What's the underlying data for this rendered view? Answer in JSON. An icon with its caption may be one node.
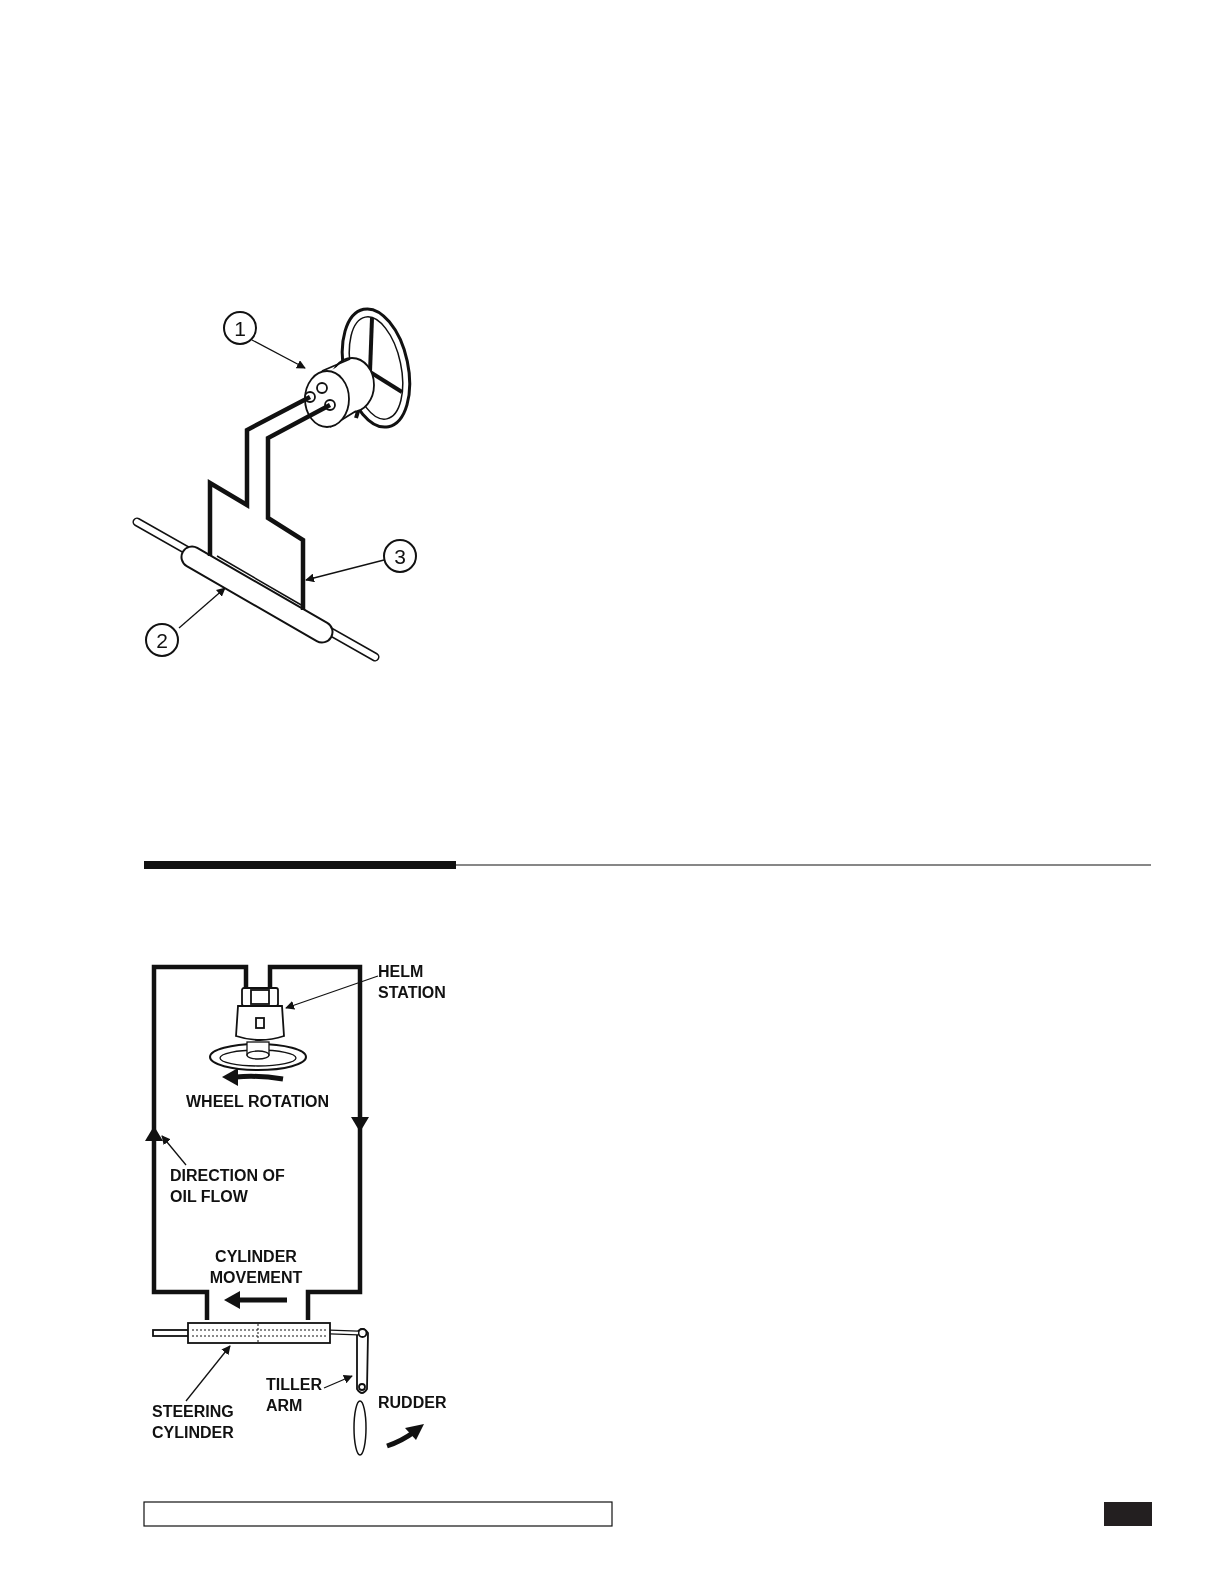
{
  "diagram": {
    "nodes": [
      {
        "text": [
          "1"
        ]
      },
      {
        "text": [],
        "shape": "picture"
      },
      {
        "text": [
          "3"
        ]
      },
      {
        "text": [
          "2"
        ]
      },
      {
        "text": [],
        "shape": "picture"
      },
      {
        "text": [
          "HELM STATION"
        ]
      },
      {
        "text": [],
        "shape": "picture"
      },
      {
        "text": [
          "DIRECTION OF OIL FLOW"
        ]
      },
      {
        "text": [
          "TILLER ARM"
        ]
      },
      {
        "text": [],
        "shape": "picture"
      },
      {
        "text": [
          "STEERING CYLINDER"
        ]
      },
      {
        "text": [],
        "shape": "picture"
      },
      {
        "text": [],
        "shape": "picture"
      }
    ],
    "edges": [
      {
        "from": 0,
        "to": 1,
        "arrow": "to"
      },
      {
        "from": 2,
        "to": 12,
        "arrow": "to"
      },
      {
        "from": 3,
        "to": 4,
        "arrow": "to"
      },
      {
        "from": 5,
        "to": 6,
        "arrow": "to"
      },
      {
        "from": 7,
        "to": null,
        "arrow": "to"
      },
      {
        "from": 11,
        "to": 6,
        "arrow": "to",
        "style": "thick"
      },
      {
        "from": 6,
        "to": 11,
        "arrow": "to",
        "style": "thick"
      },
      {
        "from": 8,
        "to": 9,
        "arrow": "to"
      },
      {
        "from": 10,
        "to": 11,
        "arrow": "to"
      }
    ],
    "labels": [
      "WHEEL ROTATION",
      "CYLINDER MOVEMENT",
      "RUDDER"
    ]
  }
}
